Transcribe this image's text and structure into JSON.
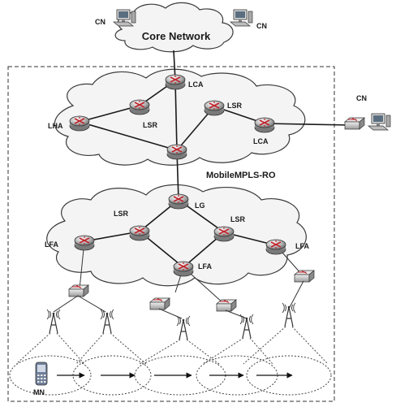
{
  "diagram": {
    "core_label": "Core Network",
    "domain_label": "MobileMPLS-RO",
    "cn_labels": [
      "CN",
      "CN",
      "CN"
    ],
    "upper_cloud_labels": {
      "lca_top": "LCA",
      "lsr_1": "LSR",
      "lsr_2": "LSR",
      "lha": "LHA",
      "lca_right": "LCA"
    },
    "lower_cloud_labels": {
      "lg": "LG",
      "lsr_left": "LSR",
      "lsr_right": "LSR",
      "lfa_left": "LFA",
      "lfa_mid": "LFA",
      "lfa_right": "LFA"
    },
    "mn_label": "MN"
  }
}
